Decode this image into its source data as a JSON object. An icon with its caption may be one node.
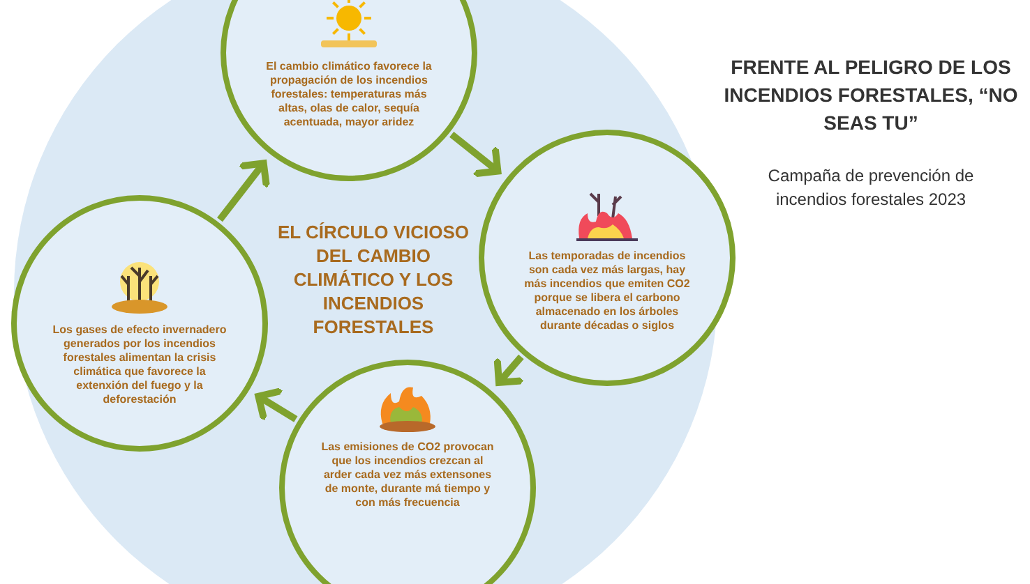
{
  "diagram": {
    "title": "FRENTE AL PELIGRO DE LOS INCENDIOS FORESTALES, “NO SEAS TU”",
    "nodes": [
      {
        "text": [
          "El cambio climático favorece la propagación de los incendios forestales: temperaturas más altas, olas de calor, sequía acentuada, mayor aridez"
        ]
      },
      {
        "text": [
          "Las temporadas de incendios son cada vez más largas, hay más incendios que emiten CO2  porque se libera el carbono almacenado en los árboles durante décadas o siglos"
        ]
      },
      {
        "text": [
          "Las emisiones de CO2 provocan que los incendios crezcan al arder cada vez más extensones de monte, durante má tiempo y con más frecuencia"
        ]
      },
      {
        "text": [
          "Los gases de efecto invernadero generados por los incendios forestales alimentan la crisis climática que favorece la extenxión del fuego  y la deforestación"
        ]
      }
    ],
    "edges": [
      {
        "from": 0,
        "to": 1,
        "arrow": "to"
      },
      {
        "from": 1,
        "to": 2,
        "arrow": "to"
      },
      {
        "from": 2,
        "to": 3,
        "arrow": "to"
      },
      {
        "from": 3,
        "to": 0,
        "arrow": "to"
      }
    ],
    "labels": [
      "EL CÍRCULO VICIOSO DEL  CAMBIO CLIMÁTICO Y LOS INCENDIOS FORESTALES",
      "Campaña de prevención de incendios forestales 2023"
    ]
  }
}
